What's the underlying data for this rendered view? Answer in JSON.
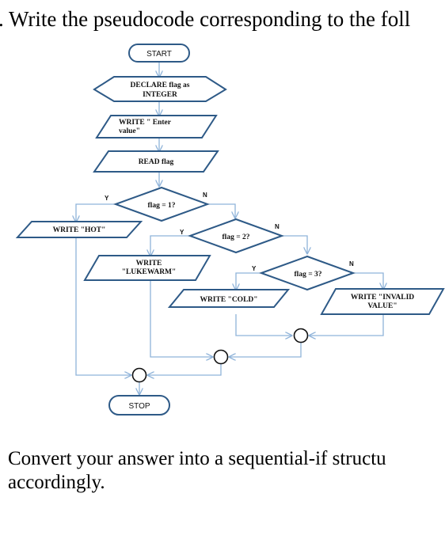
{
  "question": ". Write the pseudocode corresponding to the foll",
  "flowchart": {
    "start": "START",
    "declare": [
      "DECLARE flag as",
      "INTEGER"
    ],
    "write_enter": [
      "WRITE \" Enter",
      "value\""
    ],
    "read_flag": "READ flag",
    "decision1": "flag = 1?",
    "write_hot": "WRITE \"HOT\"",
    "decision2": "flag = 2?",
    "write_lukewarm": [
      "WRITE",
      "\"LUKEWARM\""
    ],
    "decision3": "flag = 3?",
    "write_cold": "WRITE \"COLD\"",
    "write_invalid": [
      "WRITE \"INVALID",
      "VALUE\""
    ],
    "stop": "STOP",
    "yes": "Y",
    "no": "N",
    "colors": {
      "stroke": "#2e5a87",
      "arrow": "#8fb3d9"
    }
  },
  "followup": [
    "Convert your answer into a sequential-if structu",
    "accordingly."
  ]
}
